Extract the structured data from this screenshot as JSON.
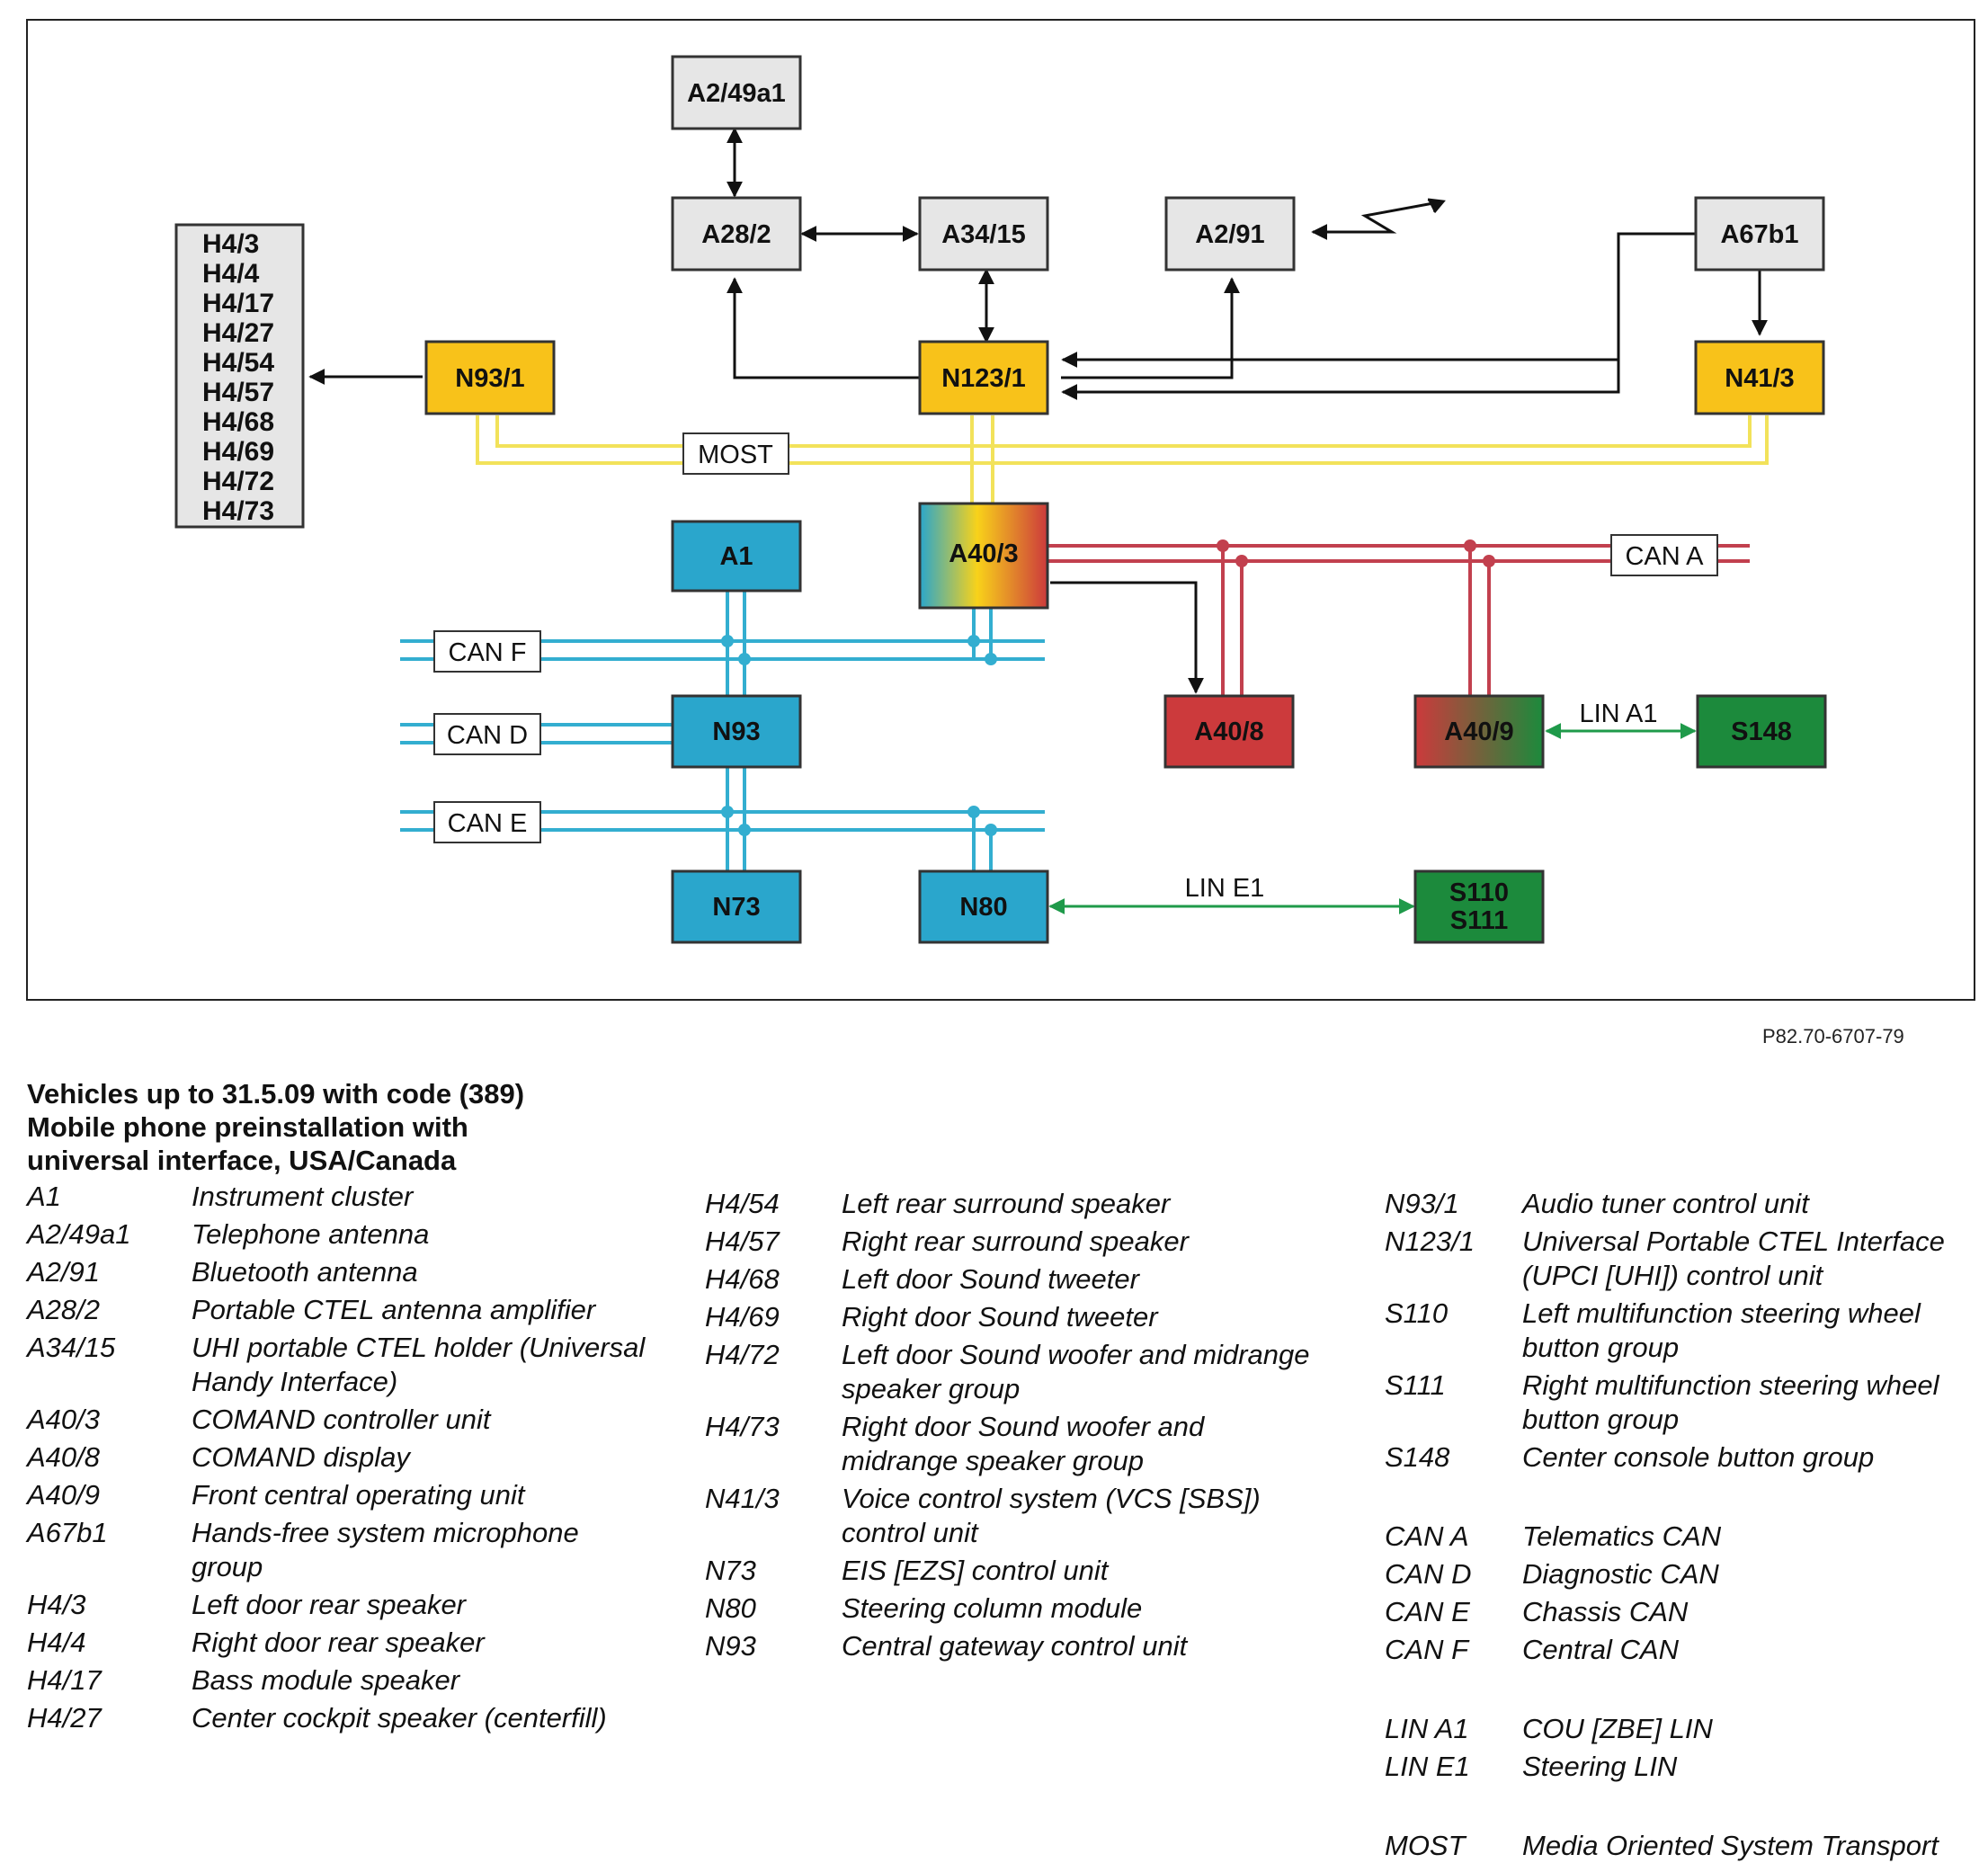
{
  "diagram": {
    "boxes": {
      "a2_49a1": "A2/49a1",
      "a28_2": "A28/2",
      "a34_15": "A34/15",
      "a2_91": "A2/91",
      "a67b1": "A67b1",
      "n93_1": "N93/1",
      "n123_1": "N123/1",
      "n41_3": "N41/3",
      "a1": "A1",
      "a40_3": "A40/3",
      "a40_8": "A40/8",
      "a40_9": "A40/9",
      "s148": "S148",
      "n93": "N93",
      "n73": "N73",
      "n80": "N80",
      "s110": "S110",
      "s111": "S111"
    },
    "speaker_list": [
      "H4/3",
      "H4/4",
      "H4/17",
      "H4/27",
      "H4/54",
      "H4/57",
      "H4/68",
      "H4/69",
      "H4/72",
      "H4/73"
    ],
    "buses": {
      "most": "MOST",
      "can_a": "CAN A",
      "can_f": "CAN F",
      "can_d": "CAN D",
      "can_e": "CAN E",
      "lin_a1": "LIN A1",
      "lin_e1": "LIN E1"
    },
    "colors": {
      "gray_box": "#e6e6e6",
      "yellow_box": "#f8c21a",
      "blue_box": "#2aa6cc",
      "red_box": "#cc3a3c",
      "green_box": "#1c8a3c",
      "most_line": "#f2e25a",
      "can_blue_line": "#33aed0",
      "can_red_line": "#c2404e",
      "lin_green_line": "#1f9a4a"
    }
  },
  "figure_ref": "P82.70-6707-79",
  "title": {
    "line1": "Vehicles up to 31.5.09 with code (389)",
    "line2": "Mobile phone preinstallation with",
    "line3": "universal interface, USA/Canada"
  },
  "legend": {
    "col1": [
      {
        "code": "A1",
        "desc": "Instrument cluster"
      },
      {
        "code": "A2/49a1",
        "desc": "Telephone antenna"
      },
      {
        "code": "A2/91",
        "desc": "Bluetooth antenna"
      },
      {
        "code": "A28/2",
        "desc": "Portable CTEL antenna amplifier"
      },
      {
        "code": "A34/15",
        "desc": "UHI portable CTEL holder (Universal Handy Interface)"
      },
      {
        "code": "A40/3",
        "desc": "COMAND controller unit"
      },
      {
        "code": "A40/8",
        "desc": "COMAND display"
      },
      {
        "code": "A40/9",
        "desc": "Front central operating unit"
      },
      {
        "code": "A67b1",
        "desc": "Hands-free system microphone group"
      },
      {
        "code": "H4/3",
        "desc": "Left door rear speaker"
      },
      {
        "code": "H4/4",
        "desc": "Right door rear speaker"
      },
      {
        "code": "H4/17",
        "desc": "Bass module speaker"
      },
      {
        "code": "H4/27",
        "desc": "Center cockpit speaker (centerfill)"
      }
    ],
    "col2": [
      {
        "code": "H4/54",
        "desc": "Left rear surround speaker"
      },
      {
        "code": "H4/57",
        "desc": "Right rear surround speaker"
      },
      {
        "code": "H4/68",
        "desc": "Left door Sound tweeter"
      },
      {
        "code": "H4/69",
        "desc": "Right door Sound tweeter"
      },
      {
        "code": "H4/72",
        "desc": "Left door Sound woofer and midrange speaker group"
      },
      {
        "code": "H4/73",
        "desc": "Right door Sound woofer and midrange speaker group"
      },
      {
        "code": "N41/3",
        "desc": "Voice control system (VCS [SBS]) control unit"
      },
      {
        "code": "N73",
        "desc": "EIS [EZS] control unit"
      },
      {
        "code": "N80",
        "desc": "Steering column module"
      },
      {
        "code": "N93",
        "desc": "Central gateway control unit"
      }
    ],
    "col3": [
      {
        "code": "N93/1",
        "desc": "Audio tuner control unit"
      },
      {
        "code": "N123/1",
        "desc": "Universal Portable CTEL Interface (UPCI [UHI]) control unit"
      },
      {
        "code": "S110",
        "desc": "Left multifunction steering wheel button group"
      },
      {
        "code": "S111",
        "desc": "Right multifunction steering wheel button group"
      },
      {
        "code": "S148",
        "desc": "Center console button group"
      }
    ],
    "col3_can": [
      {
        "code": "CAN A",
        "desc": "Telematics CAN"
      },
      {
        "code": "CAN D",
        "desc": "Diagnostic CAN"
      },
      {
        "code": "CAN E",
        "desc": "Chassis CAN"
      },
      {
        "code": "CAN F",
        "desc": "Central CAN"
      }
    ],
    "col3_lin": [
      {
        "code": "LIN A1",
        "desc": "COU [ZBE] LIN"
      },
      {
        "code": "LIN E1",
        "desc": "Steering LIN"
      }
    ],
    "col3_most": [
      {
        "code": "MOST",
        "desc": "Media Oriented System Transport"
      }
    ]
  }
}
